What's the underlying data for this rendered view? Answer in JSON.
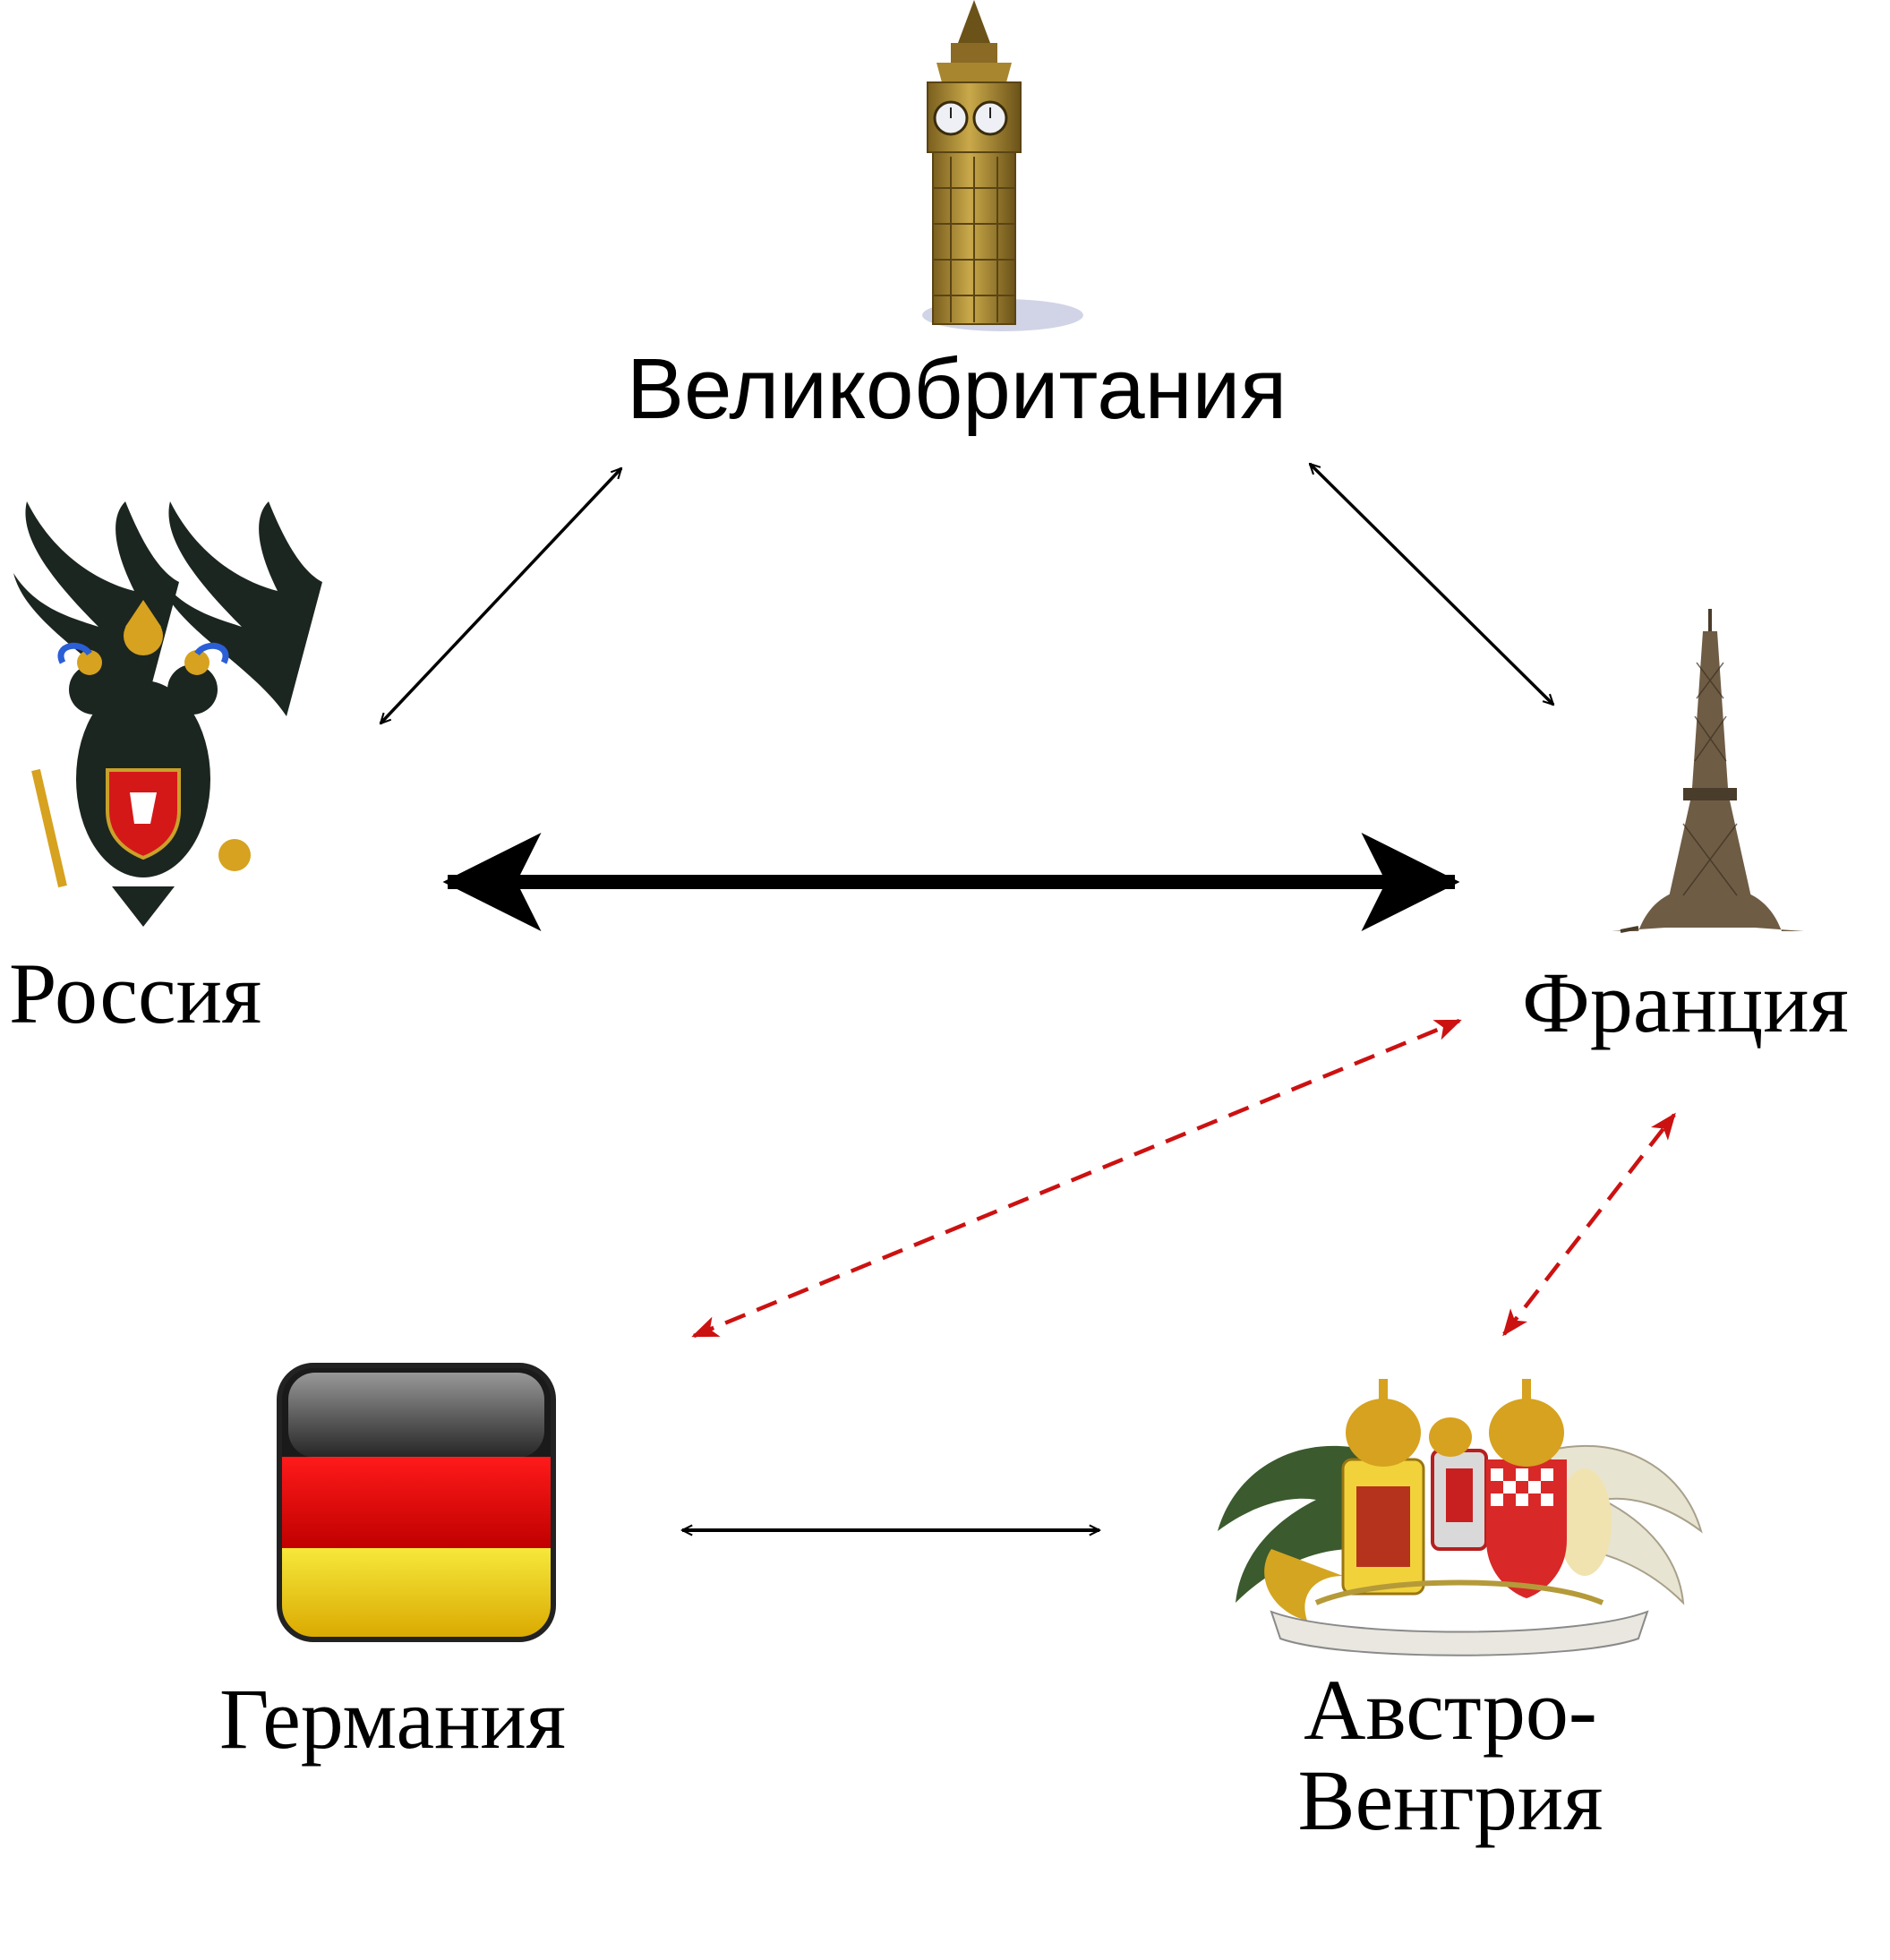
{
  "countries": {
    "uk": {
      "name": "Великобритания",
      "icon": "big-ben-icon"
    },
    "russia": {
      "name": "Россия",
      "icon": "double-headed-eagle-coat-of-arms-icon"
    },
    "france": {
      "name": "Франция",
      "icon": "eiffel-tower-icon"
    },
    "germany": {
      "name": "Германия",
      "icon": "german-flag-icon"
    },
    "austria": {
      "name_line1": "Австро-",
      "name_line2": "Венгрия",
      "icon": "austro-hungarian-coat-of-arms-icon"
    }
  },
  "links": [
    {
      "from": "russia",
      "to": "uk",
      "style": "thin",
      "color": "#000000"
    },
    {
      "from": "uk",
      "to": "france",
      "style": "thin",
      "color": "#000000"
    },
    {
      "from": "russia",
      "to": "france",
      "style": "thick",
      "color": "#000000"
    },
    {
      "from": "germany",
      "to": "france",
      "style": "dashed",
      "color": "#cc1111"
    },
    {
      "from": "austria",
      "to": "france",
      "style": "dashed",
      "color": "#cc1111"
    },
    {
      "from": "germany",
      "to": "austria",
      "style": "thin",
      "color": "#000000"
    }
  ],
  "colors": {
    "hostile_link": "#cc1111",
    "alliance_link": "#000000",
    "flag_black": "#1a1a1a",
    "flag_red": "#e00000",
    "flag_gold": "#f2d000"
  }
}
